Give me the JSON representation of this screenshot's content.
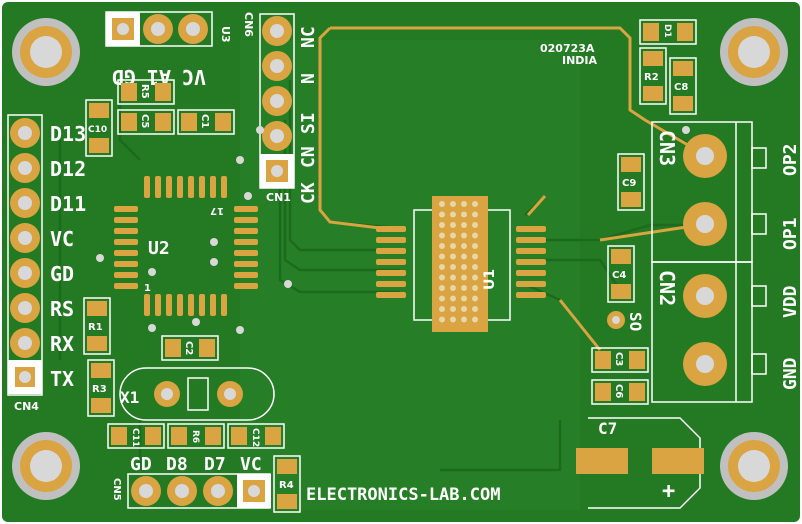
{
  "colors": {
    "board": "#237a23",
    "trace": "#2e8a2e",
    "pad": "#d9a441",
    "silkscreen": "#ffffff",
    "hole": "#d8d8d8"
  },
  "labels": {
    "board_code": "020723A",
    "country": "INDIA",
    "website": "ELECTRONICS-LAB.COM",
    "u2": "U2",
    "u2_pin1": "1",
    "u2_pin17": "17",
    "u1": "U1",
    "u3": "U3",
    "x1": "X1",
    "so": "SO",
    "c7": "C7",
    "c7_plus": "+",
    "cn1": "CN1",
    "cn2": "CN2",
    "cn3": "CN3",
    "cn4": "CN4",
    "cn5": "CN5",
    "cn6": "CN6",
    "d1": "D1",
    "r1": "R1",
    "r2": "R2",
    "r3": "R3",
    "r4": "R4",
    "r5": "R5",
    "r6": "R6",
    "c1": "C1",
    "c2": "C2",
    "c3": "C3",
    "c4": "C4",
    "c5": "C5",
    "c6": "C6",
    "c8": "C8",
    "c9": "C9",
    "c10": "C10",
    "c11": "C11",
    "c12": "C12"
  },
  "cn4_pins": [
    "D13",
    "D12",
    "D11",
    "VC",
    "GD",
    "RS",
    "RX",
    "TX"
  ],
  "u3_pins": [
    "GD",
    "A1",
    "VC"
  ],
  "cn6_pins": [
    "NC",
    "N",
    "SI",
    "CN",
    "CK"
  ],
  "cn5_pins": [
    "GD",
    "D8",
    "D7",
    "VC"
  ],
  "output_labels": [
    "OP2",
    "OP1",
    "VDD",
    "GND"
  ]
}
